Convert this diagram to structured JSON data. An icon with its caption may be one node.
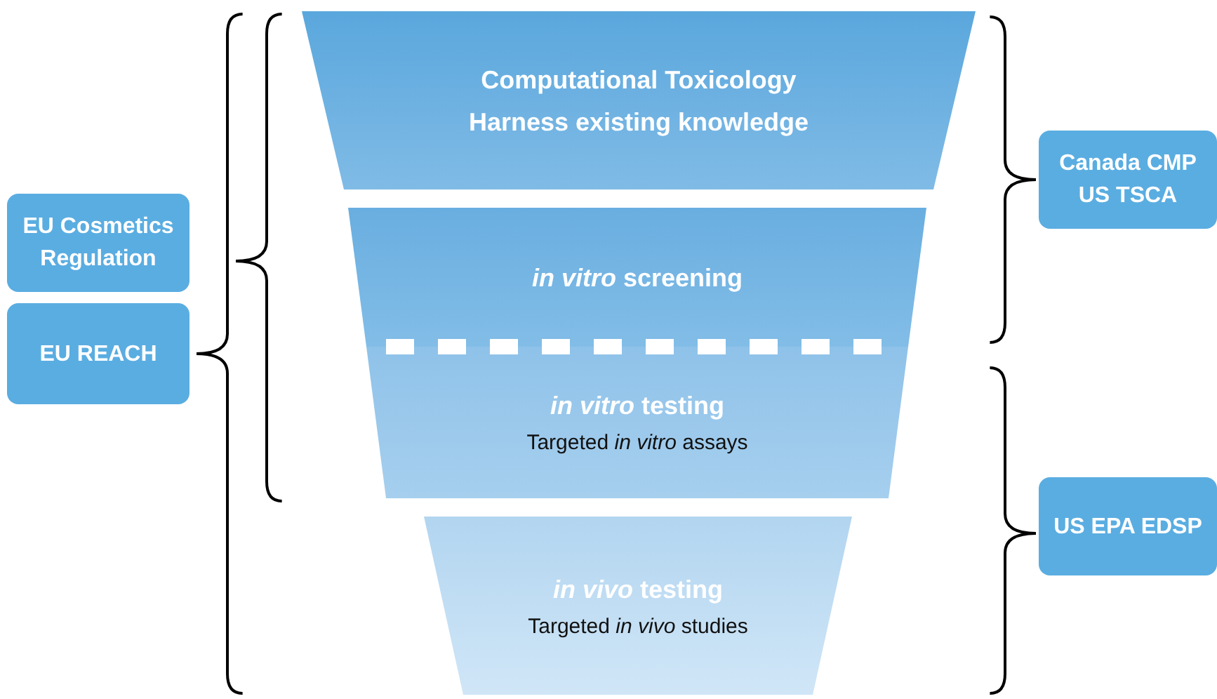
{
  "diagram": {
    "nodes": [
      {
        "text": [
          "Computational Toxicology",
          "Harness existing knowledge"
        ]
      },
      {
        "text": [
          "*in vitro* screening"
        ]
      },
      {
        "text": [
          "*in vitro* testing",
          "Targeted *in vitro* assays"
        ]
      },
      {
        "text": [
          "*in vivo* testing",
          "Targeted *in vivo* studies"
        ]
      },
      {
        "text": [
          "EU Cosmetics Regulation"
        ]
      },
      {
        "text": [
          "EU REACH"
        ]
      },
      {
        "text": [
          "Canada CMP",
          "US TSCA"
        ]
      },
      {
        "text": [
          "US EPA EDSP"
        ]
      }
    ],
    "edges": []
  }
}
